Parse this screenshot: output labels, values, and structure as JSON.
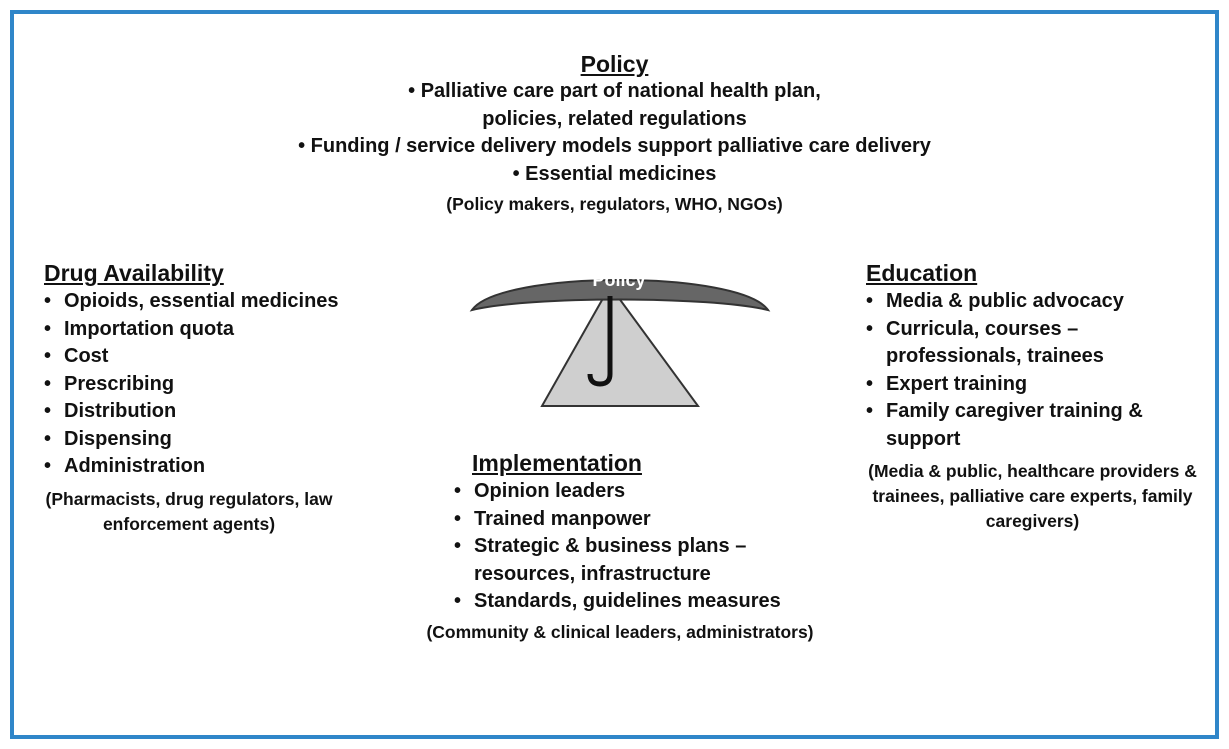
{
  "policy": {
    "heading": "Policy",
    "line1": "• Palliative care part of national health plan,",
    "line2": "policies, related regulations",
    "line3": "• Funding / service delivery models support palliative care delivery",
    "line4": "• Essential medicines",
    "note": "(Policy makers, regulators, WHO, NGOs)"
  },
  "drug": {
    "heading": "Drug Availability",
    "items": [
      "Opioids, essential medicines",
      "Importation quota",
      "Cost",
      "Prescribing",
      "Distribution",
      "Dispensing",
      "Administration"
    ],
    "note": "(Pharmacists, drug regulators, law enforcement agents)"
  },
  "graphic": {
    "label": "Policy",
    "canopy_color": "#666666",
    "base_color": "#cfcfcf",
    "frame_color": "#2f86c9"
  },
  "education": {
    "heading": "Education",
    "items": [
      "Media & public advocacy",
      "Curricula, courses – professionals, trainees",
      "Expert training",
      "Family caregiver training & support"
    ],
    "note": "(Media & public, healthcare providers & trainees, palliative care experts, family caregivers)"
  },
  "implementation": {
    "heading": "Implementation",
    "items": [
      "Opinion leaders",
      "Trained manpower",
      "Strategic & business plans – resources, infrastructure",
      "Standards, guidelines measures"
    ],
    "note": "(Community & clinical leaders, administrators)"
  }
}
